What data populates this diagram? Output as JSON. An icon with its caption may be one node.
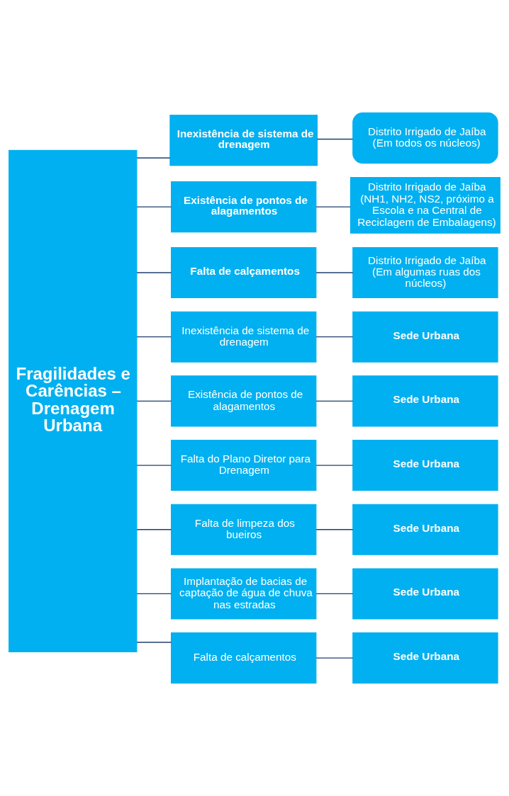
{
  "diagram": {
    "nodes": [
      {
        "text": [
          "Fragilidades e Carências – Drenagem Urbana"
        ]
      },
      {
        "text": [
          "Inexistência de sistema de drenagem"
        ]
      },
      {
        "text": [
          "Distrito Irrigado de Jaíba (Em todos os núcleos)"
        ]
      },
      {
        "text": [
          "Existência de pontos de alagamentos"
        ]
      },
      {
        "text": [
          "Distrito Irrigado de Jaíba (NH1, NH2, NS2, próximo a Escola e na Central de Reciclagem de Embalagens)"
        ]
      },
      {
        "text": [
          "Falta de calçamentos"
        ]
      },
      {
        "text": [
          "Distrito Irrigado de Jaíba (Em algumas ruas dos núcleos)"
        ]
      },
      {
        "text": [
          "Inexistência de sistema de drenagem"
        ]
      },
      {
        "text": [
          "Sede Urbana"
        ]
      },
      {
        "text": [
          "Existência de pontos de alagamentos"
        ]
      },
      {
        "text": [
          "Sede Urbana"
        ]
      },
      {
        "text": [
          "Falta do Plano Diretor para Drenagem"
        ]
      },
      {
        "text": [
          "Sede Urbana"
        ]
      },
      {
        "text": [
          "Falta de limpeza dos bueiros"
        ]
      },
      {
        "text": [
          "Sede Urbana"
        ]
      },
      {
        "text": [
          "Implantação de bacias de captação de água de chuva nas estradas"
        ]
      },
      {
        "text": [
          "Sede Urbana"
        ]
      },
      {
        "text": [
          "Falta de calçamentos"
        ]
      },
      {
        "text": [
          "Sede Urbana"
        ]
      }
    ],
    "edges": [
      {
        "from": 0,
        "to": 1,
        "arrow": "none"
      },
      {
        "from": 1,
        "to": 2,
        "arrow": "none"
      },
      {
        "from": 0,
        "to": 3,
        "arrow": "none"
      },
      {
        "from": 3,
        "to": 4,
        "arrow": "none"
      },
      {
        "from": 0,
        "to": 5,
        "arrow": "none"
      },
      {
        "from": 5,
        "to": 6,
        "arrow": "none"
      },
      {
        "from": 0,
        "to": 7,
        "arrow": "none"
      },
      {
        "from": 7,
        "to": 8,
        "arrow": "none"
      },
      {
        "from": 0,
        "to": 9,
        "arrow": "none"
      },
      {
        "from": 9,
        "to": 10,
        "arrow": "none"
      },
      {
        "from": 0,
        "to": 11,
        "arrow": "none"
      },
      {
        "from": 11,
        "to": 12,
        "arrow": "none"
      },
      {
        "from": 0,
        "to": 13,
        "arrow": "none"
      },
      {
        "from": 13,
        "to": 14,
        "arrow": "none"
      },
      {
        "from": 0,
        "to": 15,
        "arrow": "none"
      },
      {
        "from": 15,
        "to": 16,
        "arrow": "none"
      },
      {
        "from": 0,
        "to": 17,
        "arrow": "none"
      },
      {
        "from": 17,
        "to": 18,
        "arrow": "none"
      }
    ]
  }
}
